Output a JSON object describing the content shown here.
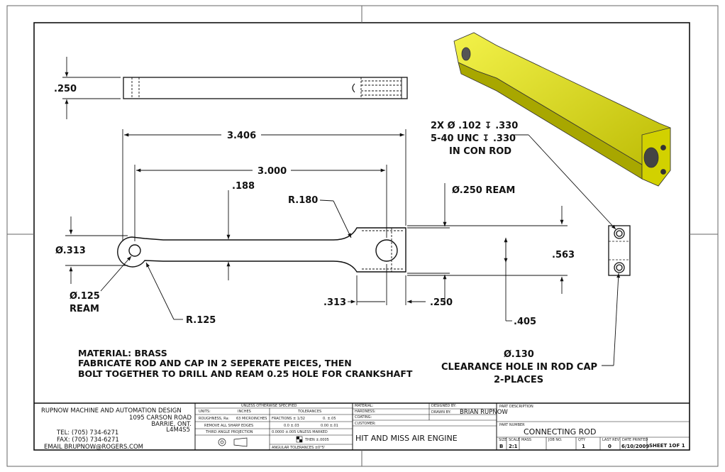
{
  "dimensions": {
    "d250_top": ".250",
    "d3406": "3.406",
    "d3000": "3.000",
    "d188": ".188",
    "r180": "R.180",
    "d250ream": "Ø.250 REAM",
    "d313": "Ø.313",
    "d125": "Ø.125",
    "ream": "REAM",
    "r125": "R.125",
    "d313b": ".313",
    "d250b": ".250",
    "d563": ".563",
    "d405": ".405"
  },
  "callouts": {
    "hole_line1": "2X Ø .102 ↧ .330",
    "hole_line2": "5-40 UNC  ↧ .330",
    "hole_line3": "IN CON ROD",
    "clear_line1": "Ø.130",
    "clear_line2": "CLEARANCE HOLE IN ROD CAP",
    "clear_line3": "2-PLACES"
  },
  "notes": [
    "MATERIAL: BRASS",
    "FABRICATE ROD AND CAP IN 2 SEPERATE PEICES, THEN",
    "BOLT TOGETHER TO DRILL AND REAM 0.25 HOLE FOR CRANKSHAFT"
  ],
  "title_block": {
    "company": "RUPNOW MACHINE AND AUTOMATION DESIGN",
    "address1": "1095 CARSON ROAD",
    "address2": "BARRIE, ONT.",
    "postal": "L4M4S5",
    "tel": "TEL: (705) 734-6271",
    "fax": "FAX: (705) 734-6271",
    "email": "EMAIL BRUPNOW@ROGERS.COM",
    "unless": "UNLESS OTHERWISE SPECIFIED",
    "units_label": "UNITS:",
    "units_val": "INCHES",
    "tol_label": "TOLERANCES",
    "rough_label": "ROUGHNESS, Ra:",
    "rough_val": "63 MICROINCHES",
    "fractions": "FRACTIONS ± 1/32",
    "tol_0": "0.    ±.05",
    "sharp": "REMOVE ALL SHARP EDGES",
    "tol_00": "0.0  ±.03",
    "tol_000": "0.00  ±.01",
    "third_angle": "THIRD ANGLE PROJECTION",
    "tol_0000": "0.0000  ±.005 UNLESS MARKED",
    "then": "THEN  ±.0005",
    "angular": "ANGULAR TOLERANCES   ±0°5'",
    "material_label": "MATERIAL:",
    "hardness_label": "HARDNESS:",
    "coating_label": "COATING:",
    "customer_label": "CUSTOMER:",
    "customer": "HIT AND MISS AIR ENGINE",
    "designed_label": "DESIGNED BY:",
    "drawn_label": "DRAWN BY:",
    "drawn_val": "BRIAN RUPNOW",
    "part_desc_label": "PART DESCRIPTION",
    "part_num_label": "PART NUMBER",
    "part_name": "CONNECTING ROD",
    "size_label": "SIZE",
    "size_val": "B",
    "scale_label": "SCALE",
    "scale_val": "2:1",
    "mass_label": "MASS",
    "job_label": "JOB NO.",
    "qty_label": "QTY",
    "qty_val": "1",
    "rev_label": "LAST REV",
    "rev_val": "0",
    "date_label": "DATE PRINTED",
    "date_val": "6/10/2009",
    "sheet": "SHEET 1OF 1"
  }
}
